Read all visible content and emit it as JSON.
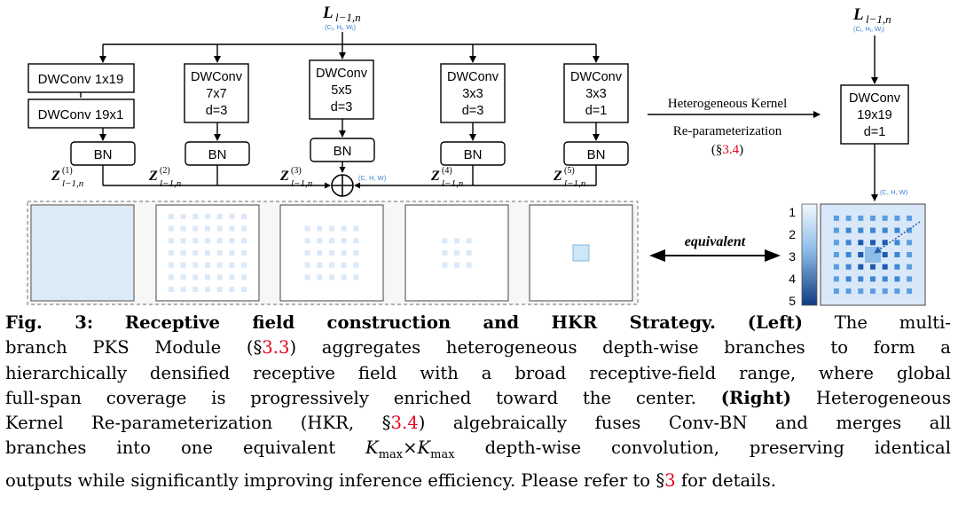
{
  "input_label": {
    "main": "L",
    "sub": "l−1,n",
    "shape": "(C",
    "shape_sub": "l",
    "shape_rest": ", H",
    "shape_rest2": ", W",
    "shape_close": ")"
  },
  "branches": [
    {
      "lines": [
        "DWConv 1x19"
      ],
      "lines2": [
        "DWConv 19x1"
      ],
      "bn": "BN",
      "z": "Z",
      "z_sup": "(1)",
      "z_sub": "l−1,n"
    },
    {
      "lines": [
        "DWConv",
        "7x7",
        "d=3"
      ],
      "bn": "BN",
      "z": "Z",
      "z_sup": "(2)",
      "z_sub": "l−1,n"
    },
    {
      "lines": [
        "DWConv",
        "5x5",
        "d=3"
      ],
      "bn": "BN",
      "z": "Z",
      "z_sup": "(3)",
      "z_sub": "l−1,n"
    },
    {
      "lines": [
        "DWConv",
        "3x3",
        "d=3"
      ],
      "bn": "BN",
      "z": "Z",
      "z_sup": "(4)",
      "z_sub": "l−1,n"
    },
    {
      "lines": [
        "DWConv",
        "3x3",
        "d=1"
      ],
      "bn": "BN",
      "z": "Z",
      "z_sup": "(5)",
      "z_sub": "l−1,n"
    }
  ],
  "sum_shape": "(C, H, W)",
  "hkr": {
    "line1": "Heterogeneous Kernel",
    "line2": "Re-parameterization",
    "ref_open": "(§",
    "ref_num": "3.4",
    "ref_close": ")"
  },
  "merged_conv": {
    "lines": [
      "DWConv",
      "19x19",
      "d=1"
    ]
  },
  "out_shape": "(C, H, W)",
  "equivalent": "equivalent",
  "colorbar": [
    "1",
    "2",
    "3",
    "4",
    "5"
  ],
  "colors": {
    "blue_text": "#3a7fd0",
    "red_ref": "#e8001c",
    "light_blue": "#dce9f7",
    "mid_blue": "#4f95dc",
    "dark_blue": "#1f5fb0"
  },
  "caption": {
    "fig": "Fig. 3:",
    "title": "Receptive field construction and HKR Strategy.",
    "left": "(Left)",
    "t1": "The multi-",
    "t2a": "branch PKS Module (§",
    "ref1": "3.3",
    "t2b": ") aggregates heterogeneous depth-wise branches to form a",
    "t3": "hierarchically densified receptive field with a broad receptive-field range, where global",
    "t4a": "full-span coverage is progressively enriched toward the center.",
    "right": "(Right)",
    "t4b": "Heterogeneous",
    "t5a": "Kernel Re-parameterization (HKR, §",
    "ref2": "3.4",
    "t5b": ") algebraically fuses Conv-BN and merges all",
    "t6a": "branches into one equivalent",
    "kmax": "K",
    "kmax_sub": "max",
    "times": "×",
    "t6b": "depth-wise convolution, preserving identical",
    "t7a": "outputs while significantly improving inference efficiency. Please refer to §",
    "ref3": "3",
    "t7b": "for details."
  }
}
